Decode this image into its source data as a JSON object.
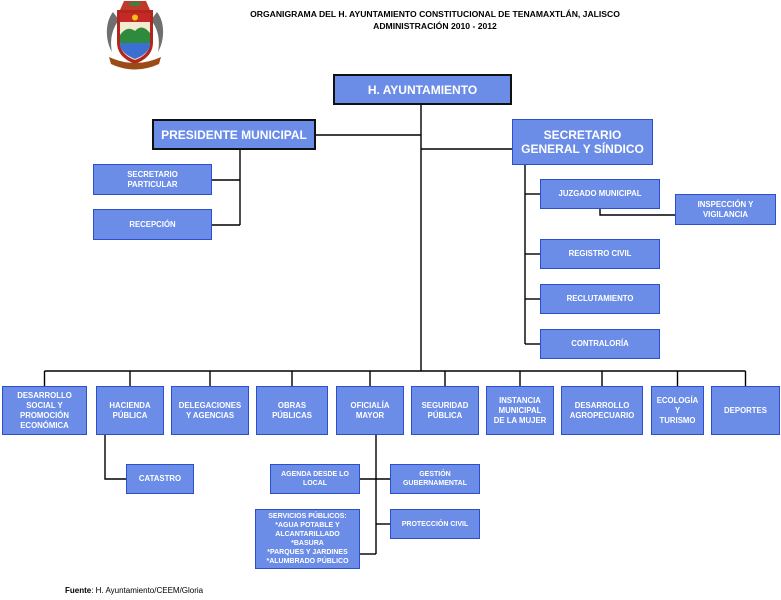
{
  "header": {
    "title": "ORGANIGRAMA DEL H. AYUNTAMIENTO CONSTITUCIONAL DE TENAMAXTLÁN, JALISCO",
    "subtitle": "ADMINISTRACIÓN 2010 - 2012",
    "emblem_icon": "coat-of-arms-icon"
  },
  "colors": {
    "box_fill": "#6b8de8",
    "box_border": "#2b4fcf",
    "major_border": "#111111",
    "box_text": "#ffffff",
    "line": "#000000",
    "title_text": "#000000"
  },
  "org": {
    "root": {
      "label": "H. AYUNTAMIENTO"
    },
    "president": {
      "label": "PRESIDENTE MUNICIPAL"
    },
    "secretary_general": {
      "label": "SECRETARIO\nGENERAL Y SÍNDICO"
    },
    "president_units": [
      {
        "label": "SECRETARIO\nPARTICULAR"
      },
      {
        "label": "RECEPCIÓN"
      }
    ],
    "secretary_units": [
      {
        "label": "JUZGADO MUNICIPAL",
        "sub": [
          {
            "label": "INSPECCIÓN Y\nVIGILANCIA"
          }
        ]
      },
      {
        "label": "REGISTRO CIVIL"
      },
      {
        "label": "RECLUTAMIENTO"
      },
      {
        "label": "CONTRALORÍA"
      }
    ],
    "departments": [
      {
        "label": "DESARROLLO\nSOCIAL Y\nPROMOCIÓN\nECONÓMICA"
      },
      {
        "label": "HACIENDA\nPÚBLICA",
        "sub": [
          {
            "label": "CATASTRO"
          }
        ]
      },
      {
        "label": "DELEGACIONES\nY AGENCIAS"
      },
      {
        "label": "OBRAS\nPÚBLICAS"
      },
      {
        "label": "OFICIALÍA\nMAYOR",
        "sub": [
          {
            "label": "AGENDA DESDE LO\nLOCAL"
          },
          {
            "label": "GESTIÓN\nGUBERNAMENTAL"
          },
          {
            "label": "SERVICIOS PÚBLICOS:\n*AGUA POTABLE Y\nALCANTARILLADO\n*BASURA\n*PARQUES Y JARDINES\n*ALUMBRADO PÚBLICO"
          },
          {
            "label": "PROTECCIÓN CIVIL"
          }
        ]
      },
      {
        "label": "SEGURIDAD\nPÚBLICA"
      },
      {
        "label": "INSTANCIA\nMUNICIPAL\nDE LA MUJER"
      },
      {
        "label": "DESARROLLO\nAGROPECUARIO"
      },
      {
        "label": "ECOLOGÍA\nY\nTURISMO"
      },
      {
        "label": "DEPORTES"
      }
    ]
  },
  "footer": {
    "source_label": "Fuente",
    "source_text": ": H. Ayuntamiento/CEEM/Gloria"
  }
}
